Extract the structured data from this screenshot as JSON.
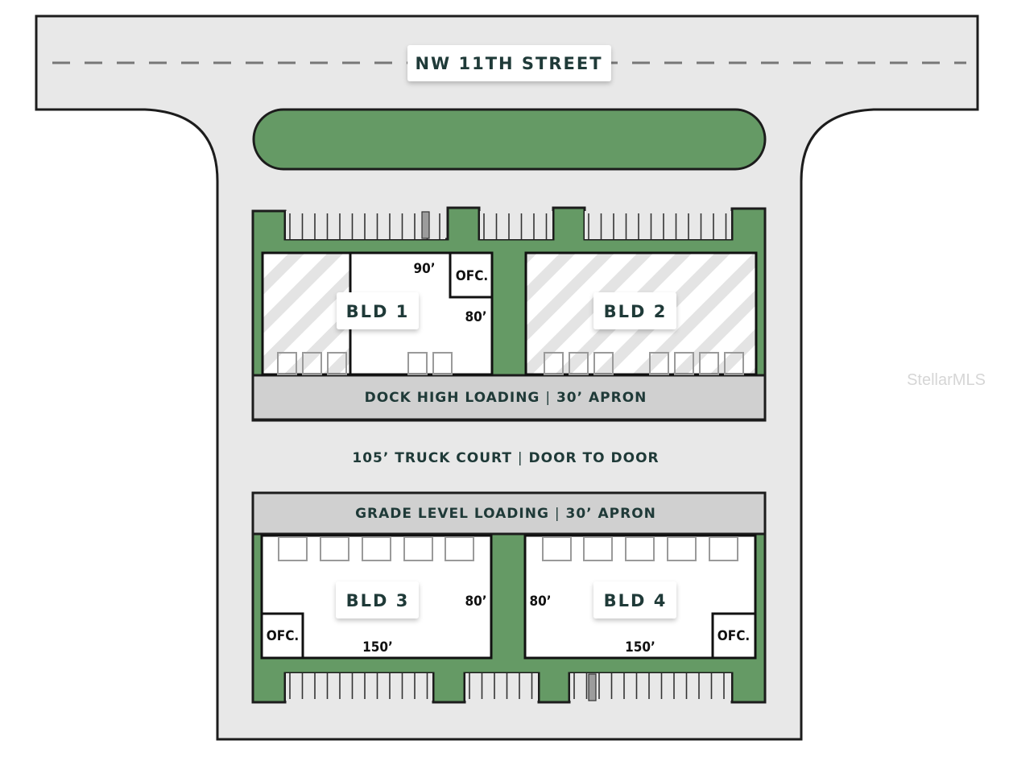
{
  "street": {
    "name": "NW 11TH STREET"
  },
  "buildings": {
    "bld1": {
      "label": "BLD 1",
      "office": "OFC.",
      "dim_width": "90’",
      "dim_depth": "80’"
    },
    "bld2": {
      "label": "BLD 2"
    },
    "bld3": {
      "label": "BLD 3",
      "office": "OFC.",
      "dim_width": "150’",
      "dim_depth": "80’"
    },
    "bld4": {
      "label": "BLD 4",
      "office": "OFC.",
      "dim_width": "150’",
      "dim_depth": "80’"
    }
  },
  "loading": {
    "dock": {
      "left": "DOCK HIGH LOADING",
      "sep": "|",
      "right": "30’ APRON"
    },
    "grade": {
      "left": "GRADE LEVEL LOADING",
      "sep": "|",
      "right": "30’ APRON"
    }
  },
  "truck_court": {
    "left": "105’ TRUCK COURT",
    "sep": "|",
    "right": "DOOR TO DOOR"
  },
  "watermark": "StellarMLS",
  "colors": {
    "road": "#e8e8e8",
    "green": "#659a65",
    "apron": "#d0d0d0",
    "text": "#1f3a38",
    "outline": "#111111"
  }
}
